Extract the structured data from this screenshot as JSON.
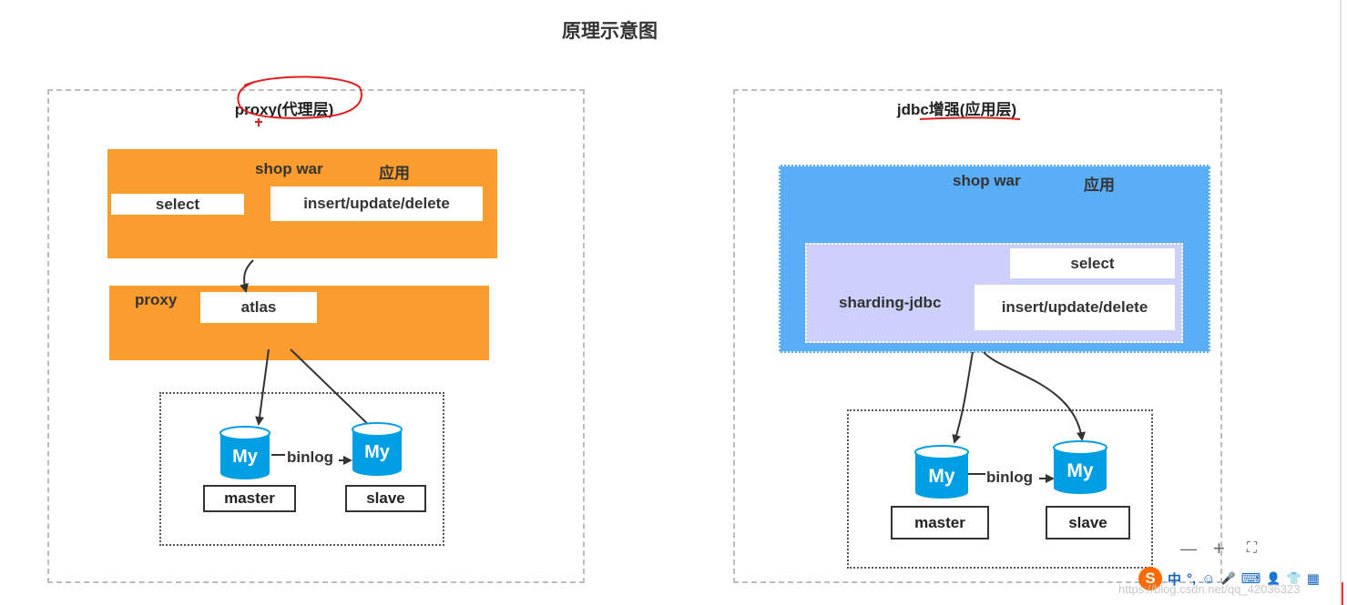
{
  "title": "原理示意图",
  "left": {
    "caption": "proxy(代理层)",
    "app": {
      "name": "shop war",
      "tag": "应用",
      "select": "select",
      "write": "insert/update/delete"
    },
    "proxy": {
      "name": "proxy",
      "impl": "atlas"
    },
    "db": {
      "master_label": "master",
      "slave_label": "slave",
      "replication": "binlog",
      "master_logo": "My",
      "slave_logo": "My"
    }
  },
  "right": {
    "caption": "jdbc增强(应用层)",
    "app": {
      "name": "shop war",
      "tag": "应用",
      "middleware": "sharding-jdbc",
      "select": "select",
      "write": "insert/update/delete"
    },
    "db": {
      "master_label": "master",
      "slave_label": "slave",
      "replication": "binlog",
      "master_logo": "My",
      "slave_logo": "My"
    }
  },
  "toolbar": {
    "zoom_out": "—",
    "zoom_in": "+",
    "fullscreen": "⛶"
  },
  "ime": {
    "logo": "S",
    "lang": "中",
    "punct": "°,",
    "emoji": "☺",
    "mic": "🎤",
    "keyboard": "⌨",
    "user": "👤",
    "shirt": "👕",
    "grid": "▦"
  },
  "watermark": "https://blog.csdn.net/qq_42036323"
}
